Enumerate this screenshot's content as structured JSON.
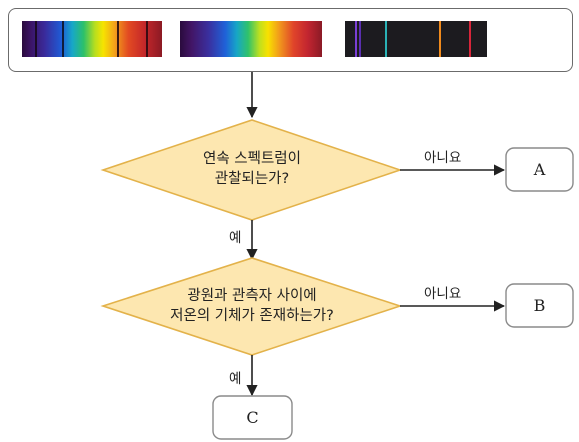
{
  "spectra": {
    "continuous": {
      "name": "continuous-spectrum"
    },
    "absorption": {
      "name": "absorption-spectrum"
    },
    "emission": {
      "name": "emission-spectrum"
    }
  },
  "decisions": [
    {
      "id": "d1",
      "lines": [
        "연속 스펙트럼이",
        "관찰되는가?"
      ]
    },
    {
      "id": "d2",
      "lines": [
        "광원과 관측자 사이에",
        "저온의 기체가 존재하는가?"
      ]
    }
  ],
  "edges": {
    "no_1": "아니요",
    "yes_1": "예",
    "no_2": "아니요",
    "yes_2": "예"
  },
  "boxes": {
    "a": "A",
    "b": "B",
    "c": "C"
  },
  "colors": {
    "diamond_fill": "#fde7b0",
    "diamond_stroke": "#e3b24a",
    "box_stroke": "#8a8a8a"
  }
}
